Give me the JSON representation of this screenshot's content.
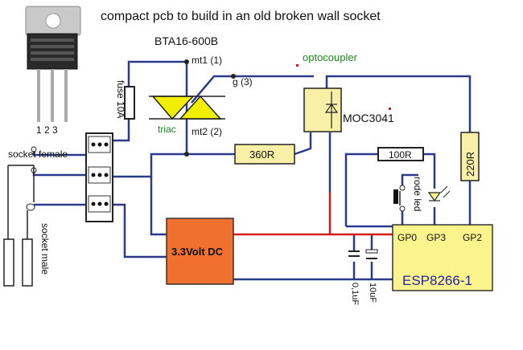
{
  "title": "compact pcb to build in an old broken wall socket",
  "colors": {
    "wire_blue": "#2b3a8a",
    "wire_red": "#d41c1c",
    "triac_yellow": "#f2ee00",
    "part_fill": "#f8f0a6",
    "psu_orange": "#f07030",
    "esp_fill": "#fbf48c",
    "green_text": "#1a8a1a",
    "esp_text": "#2323a0"
  },
  "labels": {
    "triac_part": "BTA16-600B",
    "mt1": "mt1 (1)",
    "gate": "g (3)",
    "mt2": "mt2 (2)",
    "triac": "triac",
    "fuse": "fuse 10A",
    "pin_numbers": "1 2 3",
    "socket_female": "socket female",
    "socket_male": "socket male",
    "optocoupler": "optocoupler",
    "opto_part": "MOC3041",
    "r_gate": "360R",
    "r_opto": "220R",
    "r_led": "100R",
    "red_led": "rode led",
    "psu": "3.3Volt DC",
    "esp": "ESP8266-1",
    "gp0": "GP0",
    "gp3": "GP3",
    "gp2": "GP2",
    "cap1": "0,1uF",
    "cap2": "10uF"
  },
  "icons": {
    "triac_symbol": "triac-icon",
    "led_symbol": "led-icon",
    "push_button": "push-button-icon",
    "to220_package": "to220-package-icon"
  }
}
